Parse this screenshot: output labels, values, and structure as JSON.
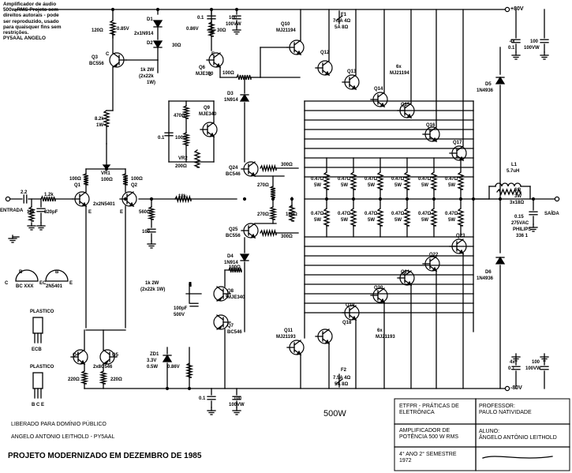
{
  "notice": [
    "Amplificador de áudio",
    "500w RMS Projeto sem",
    "direitos autorais - pode",
    "ser reproduzido, usado",
    "para quaisquer fins sem",
    "restrições.",
    "PY5AAL ANGELO"
  ],
  "rails": {
    "pos": "+80V",
    "neg": "-80V"
  },
  "labels": {
    "q1": "Q1",
    "q2": "Q2",
    "q1q2_type": "2x2N5401",
    "q3": "Q3",
    "q3_type": "BC556",
    "q4": "Q4",
    "q5": "Q5",
    "q4q5_type": "2x8C546",
    "q6": "Q6",
    "q6_type": "MJE350",
    "q7": "Q7",
    "q7_type": "BC546",
    "q8": "Q8",
    "q8_type": "MJE340",
    "q9": "Q9",
    "q9_type": "MJE340",
    "q10": "Q10",
    "q10_type": "MJ21194",
    "q11": "Q11",
    "q11_type": "MJ21193",
    "q24": "Q24",
    "q24_type": "BC546",
    "q25": "Q25",
    "q25_type": "BC556",
    "q12": "Q12",
    "q13": "Q13",
    "q14": "Q14",
    "q15": "Q15",
    "q16": "Q16",
    "q17": "Q17",
    "q18": "Q18",
    "q19": "Q19",
    "q20": "Q20",
    "q21": "Q21",
    "q22": "Q22",
    "q23": "Q23",
    "upper_array": "6x",
    "upper_array_type": "MJ21194",
    "lower_array": "6x",
    "lower_array_type": "MJ21193",
    "d1": "D1",
    "d2": "D2",
    "d1d2_type": "2x1N914",
    "d3": "D3",
    "d3_type": "1N914",
    "d4": "D4",
    "d4_type": "1N914",
    "d5": "D5",
    "d5_type": "1N4936",
    "d6": "D6",
    "d6_type": "1N4936",
    "zd1": "ZD1",
    "zd1_v": "3.3V",
    "zd1_w": "0.5W",
    "v085": "0.85V",
    "v086a": "0.86V",
    "v086b": "0.86V",
    "r120": "120Ω",
    "r30a": "30Ω",
    "r30b": "30Ω",
    "r1k2w_a": "1k 2W",
    "r1k2w_a2": "(2x22k",
    "r1k2w_a3": "1W)",
    "r8k2": "8.2k",
    "r8k2w": "1W",
    "r100_q6": "100Ω",
    "r470": "470Ω",
    "r100_q9": "100Ω",
    "r200": "200Ω",
    "vr2": "VR2",
    "c01_q9": "0.1",
    "vr1": "VR1",
    "vr1_v": "100Ω",
    "r100_q1": "100Ω",
    "r100_q2": "100Ω",
    "c22": "2.2",
    "r12k": "1.2k",
    "r18k_in": "18k",
    "c820": "820pF",
    "entrada": "ENTRADA",
    "r560": "560Ω",
    "c100_fb": "100",
    "r18k_fb": "18k",
    "r300a": "300Ω",
    "r270a": "270Ω",
    "r270b": "270Ω",
    "r180": "180Ω",
    "r300b": "300Ω",
    "r100_q7": "100Ω",
    "r1k2w_b": "1k 2W",
    "r1k2w_b2": "(2x22k 1W)",
    "c100pf": "100pF",
    "c100pf_v": "500V",
    "r220a": "220Ω",
    "r220b": "220Ω",
    "c01_top": "0.1",
    "c100_top": "100",
    "c100_top_v": "100VW",
    "c01_bot": "0.1",
    "c100_bot": "100",
    "c100_bot_v": "100VW",
    "c4x01_top": "4x",
    "c4x01_top2": "0.1",
    "c100r_top": "100",
    "c100r_top_v": "100VW",
    "c4x01_bot": "4x",
    "c4x01_bot2": "0.1",
    "c100r_bot": "100",
    "c100r_bot_v": "100VW",
    "f1": "F1",
    "f1_v": "7.5A 4Ω",
    "f1_v2": "5A 8Ω",
    "f2": "F2",
    "f2_v": "7.5A 4Ω",
    "f2_v2": "5A 8Ω",
    "r047": "0.47Ω",
    "r5w": "5W",
    "l1": "L1",
    "l1_v": "5.7uH",
    "r6": "6Ω",
    "r3w": "3W",
    "r3x18": "3x18Ω",
    "c015": "0.15",
    "c015_v": "275VAC",
    "c015_b": "PHILIPS",
    "c015_c": "336 1",
    "saida": "SAÍDA",
    "pin_b": "B",
    "pin_c": "C",
    "pin_e": "E",
    "bcxxx": "BC XXX",
    "n5401": "2N5401",
    "plastico_1": "PLASTICO",
    "ecb": "ECB",
    "plastico_2": "PLASTICO",
    "bce": "B C E"
  },
  "power_label": "500W",
  "footer": {
    "public": "LIBERADO PARA DOMÍNIO PÚBLICO",
    "author": "ANGELO ANTONIO LEITHOLD - PY5AAL",
    "modernized": "PROJETO MODERNIZADO EM DEZEMBRO DE 1985"
  },
  "title_block": {
    "course": [
      "ETFPR - PRÁTICAS DE",
      "ELETRÔNICA"
    ],
    "teacher_label": "PROFESSOR:",
    "teacher": "PAULO NATIVIDADE",
    "project": [
      "AMPLIFICADOR DE",
      "POTÊNCIA 500 W RMS"
    ],
    "student_label": "ALUNO:",
    "student": "ÂNGELO ANTÔNIO LEITHOLD",
    "class": [
      "4° ANO 2° SEMESTRE",
      "1972"
    ]
  }
}
